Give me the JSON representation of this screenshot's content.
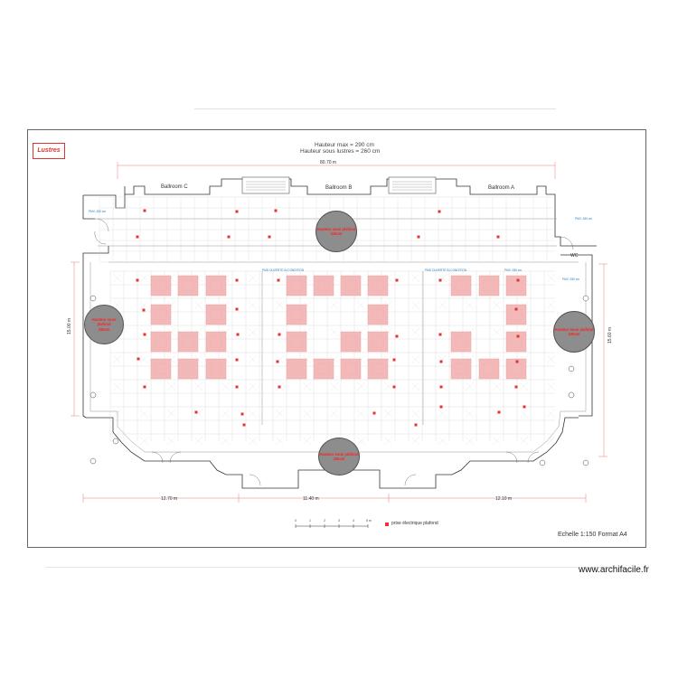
{
  "badge": "Lustres",
  "heights": {
    "line1": "Hauteur max = 290 cm",
    "line2": "Hauteur sous lustres = 260 cm"
  },
  "ballrooms": {
    "c": "Ballroom C",
    "b": "Ballroom B",
    "a": "Ballroom A"
  },
  "dimensions": {
    "top": "80.70 m",
    "left": "15.00 m",
    "right": "15.60 m",
    "bottom_left": "12.70 m",
    "bottom_mid": "11.40 m",
    "bottom_right": "12.10 m"
  },
  "labels": {
    "wc": "WC"
  },
  "blue_notes": {
    "top_left": "PMV: 350 cm",
    "top_right": "PMV: 280 cm",
    "mid_left": "PMD OUVERTE IN CONDITION",
    "mid_right": "PMD OUVERTE IN CONDITION",
    "right_small": "PMV: 280 cm",
    "right_small2": "PMV: 350 cm"
  },
  "circles": {
    "top": {
      "line1": "Hauteur sous plafond",
      "line2": "335cm"
    },
    "left": {
      "line1": "Hauteur sous plafond",
      "line2": "335cm"
    },
    "right": {
      "line1": "Hauteur sous plafond",
      "line2": "335cm"
    },
    "bottom": {
      "line1": "Hauteur sous plafond",
      "line2": "335cm"
    }
  },
  "scale_ticks": [
    "0",
    "1",
    "2",
    "3",
    "4",
    "5 m"
  ],
  "legend": "prise électrique plafond",
  "scale_note": "Echelle 1:150 Format A4",
  "watermark": "www.archifacile.fr",
  "colors": {
    "chandelier": "#f3b8b8",
    "outlet": "#e33333",
    "circle": "#8d8d8d",
    "note": "#2a7bbf"
  }
}
